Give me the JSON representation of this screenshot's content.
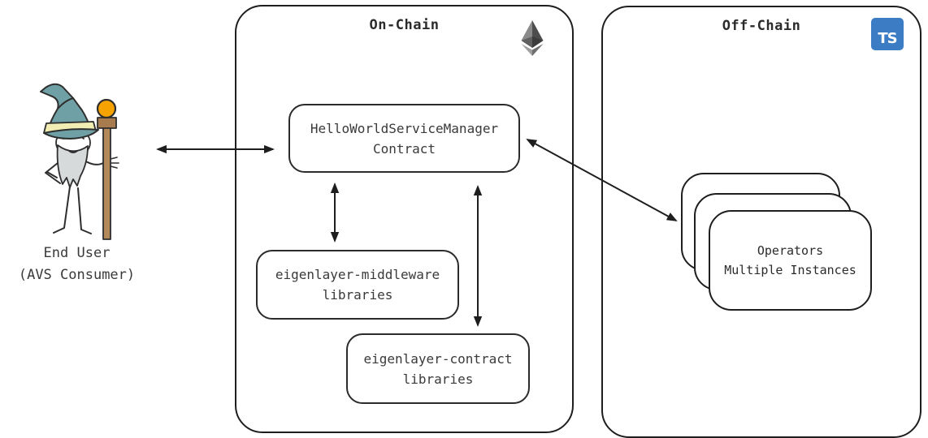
{
  "end_user": {
    "label": "End User\n(AVS Consumer)"
  },
  "on_chain": {
    "title": "On-Chain",
    "service_manager_box": "HelloWorldServiceManager\nContract",
    "middleware_box": "eigenlayer-middleware\nlibraries",
    "contract_box": "eigenlayer-contract\nlibraries"
  },
  "off_chain": {
    "title": "Off-Chain",
    "ts_icon_label": "TS",
    "operators_box": "Operators\nMultiple Instances"
  },
  "connections": [
    {
      "from": "end-user",
      "to": "service-manager-contract",
      "bidirectional": true
    },
    {
      "from": "service-manager-contract",
      "to": "eigenlayer-middleware-libraries",
      "bidirectional": true
    },
    {
      "from": "service-manager-contract",
      "to": "eigenlayer-contract-libraries",
      "bidirectional": true
    },
    {
      "from": "service-manager-contract",
      "to": "operators",
      "bidirectional": true
    }
  ],
  "colors": {
    "stroke": "#1e1e1e",
    "text": "#3a3a3a",
    "typescript_blue": "#3b7cc4",
    "hat_teal": "#6fa0a6",
    "hat_band_yellow": "#f2edb2",
    "orb_orange": "#f6a201",
    "staff_brown": "#b3895a",
    "beard_gray": "#d7dadb",
    "eth_gray_dark": "#4d4d4d",
    "eth_gray_light": "#8f8f8f"
  }
}
